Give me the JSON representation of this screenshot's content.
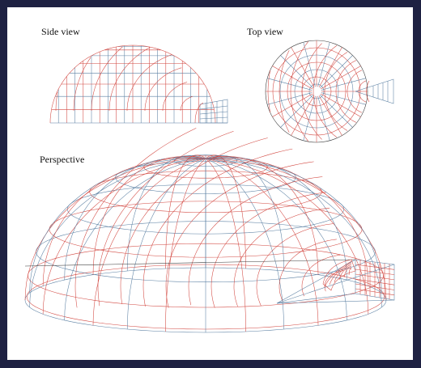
{
  "captions": {
    "side_view": "Side view",
    "top_view": "Top view",
    "perspective": "Perspective"
  },
  "colors": {
    "frame": "#1e2142",
    "background": "#ffffff",
    "grid_red": "#d2463f",
    "grid_blue": "#5a7fa2"
  }
}
